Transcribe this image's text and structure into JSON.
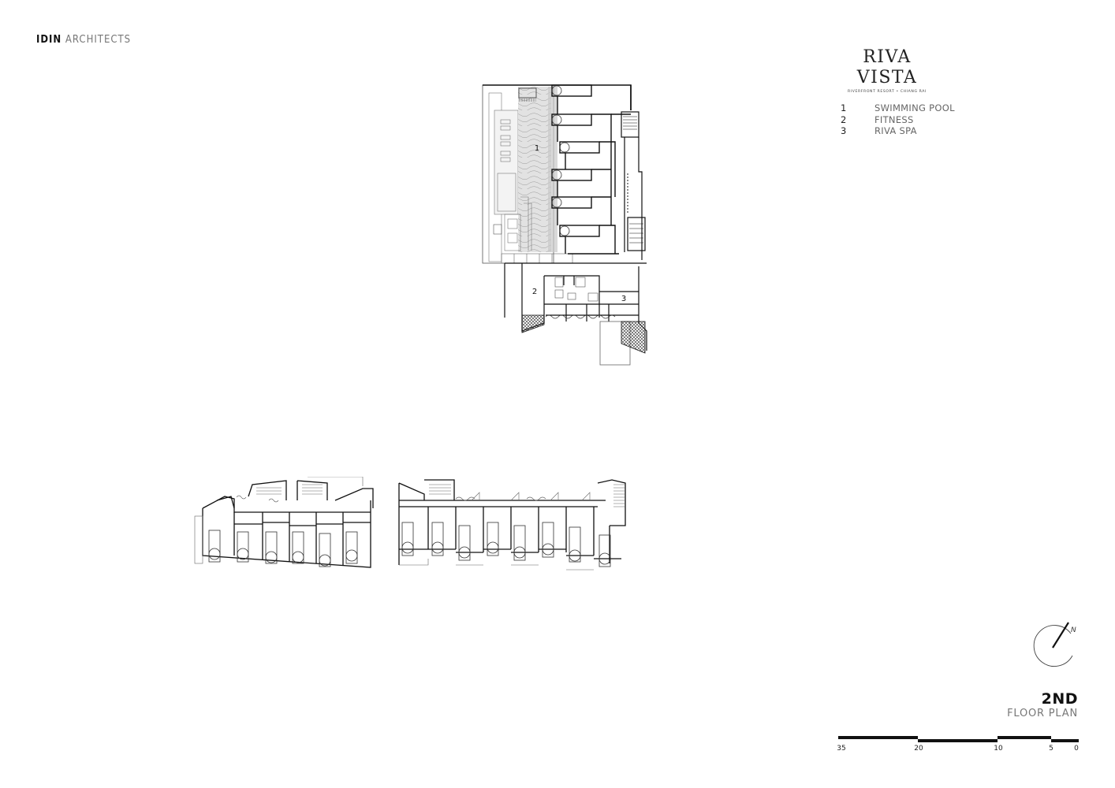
{
  "header": {
    "firm_bold": "IDIN",
    "firm_light": "ARCHITECTS"
  },
  "brand": {
    "name": "RIVA VISTA",
    "subtitle": "RIVERFRONT RESORT • CHIANG RAI"
  },
  "legend": {
    "items": [
      {
        "number": "1",
        "label": "SWIMMING POOL"
      },
      {
        "number": "2",
        "label": "FITNESS"
      },
      {
        "number": "3",
        "label": "RIVA SPA"
      }
    ]
  },
  "plan_labels": {
    "pool": "1",
    "fitness": "2",
    "spa": "3"
  },
  "compass": {
    "icon": "north-arrow-icon",
    "label": "N"
  },
  "title_block": {
    "floor": "2ND",
    "drawing": "FLOOR PLAN"
  },
  "scale_bar": {
    "ticks": [
      "35",
      "20",
      "10",
      "5",
      "0"
    ]
  },
  "colors": {
    "line": "#111111",
    "pool_hatch": "#cfcfcf",
    "text_light": "#777777"
  }
}
